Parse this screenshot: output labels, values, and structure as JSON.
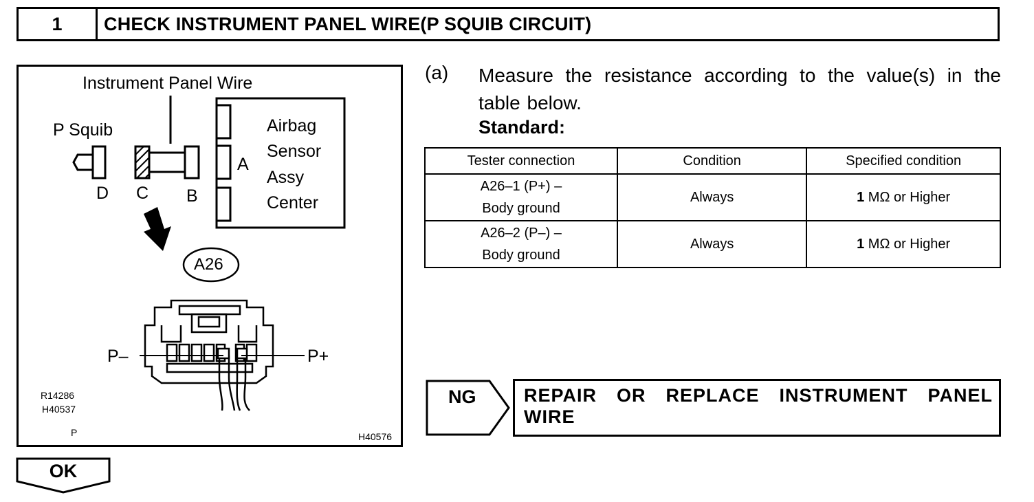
{
  "header": {
    "step_number": "1",
    "title": "CHECK INSTRUMENT PANEL WIRE(P SQUIB CIRCUIT)"
  },
  "figure": {
    "instrument_panel_wire_label": "Instrument Panel Wire",
    "p_squib_label": "P Squib",
    "connector_d": "D",
    "connector_c": "C",
    "connector_b": "B",
    "connector_a": "A",
    "airbag_sensor_lines": [
      "Airbag",
      "Sensor",
      "Assy",
      "Center"
    ],
    "connector_id": "A26",
    "pin_minus": "P–",
    "pin_plus": "P+",
    "ref_codes": [
      "R14286",
      "H40537"
    ],
    "ref_p": "P",
    "figure_id": "H40576"
  },
  "step": {
    "label": "(a)",
    "text": "Measure the resistance according to the value(s) in the table below.",
    "standard_label": "Standard:"
  },
  "table": {
    "headers": [
      "Tester connection",
      "Condition",
      "Specified condition"
    ],
    "rows": [
      {
        "connection_line1": "A26–1 (P+) –",
        "connection_line2": "Body ground",
        "condition": "Always",
        "spec_value": "1",
        "spec_rest": " MΩ or Higher"
      },
      {
        "connection_line1": "A26–2 (P–) –",
        "connection_line2": "Body ground",
        "condition": "Always",
        "spec_value": "1",
        "spec_rest": " MΩ or Higher"
      }
    ]
  },
  "ng": {
    "label": "NG",
    "action": "REPAIR OR REPLACE INSTRUMENT PANEL WIRE"
  },
  "ok": {
    "label": "OK"
  }
}
